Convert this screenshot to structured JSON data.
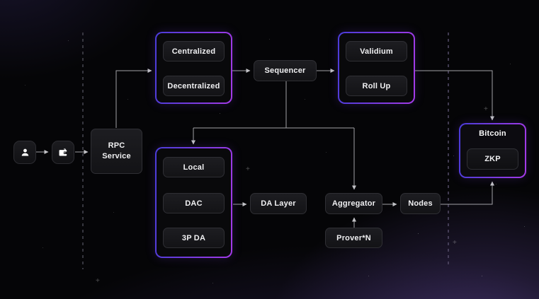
{
  "flow": {
    "user_icon": "user-icon",
    "wallet_icon": "wallet-icon",
    "rpc_service": {
      "label": "RPC Service"
    },
    "sequencer_modes": {
      "items": [
        "Centralized",
        "Decentralized"
      ]
    },
    "sequencer": {
      "label": "Sequencer"
    },
    "proof_modes": {
      "items": [
        "Validium",
        "Roll Up"
      ]
    },
    "da_modes": {
      "items": [
        "Local",
        "DAC",
        "3P DA"
      ]
    },
    "da_layer": {
      "label": "DA Layer"
    },
    "aggregator": {
      "label": "Aggregator"
    },
    "nodes": {
      "label": "Nodes"
    },
    "prover": {
      "label": "Prover*N"
    },
    "bitcoin": {
      "label": "Bitcoin",
      "zkp_label": "ZKP"
    }
  },
  "colors": {
    "background": "#050507",
    "glow_purple": "#7e5ec8",
    "group_border_start": "#4b3cd9",
    "group_border_end": "#a43ae8",
    "connector": "#b2b2b8",
    "node_background": "#17171a",
    "node_border": "#2f2f34",
    "text": "#f0f0f2",
    "dashed_boundary": "#55515f"
  }
}
